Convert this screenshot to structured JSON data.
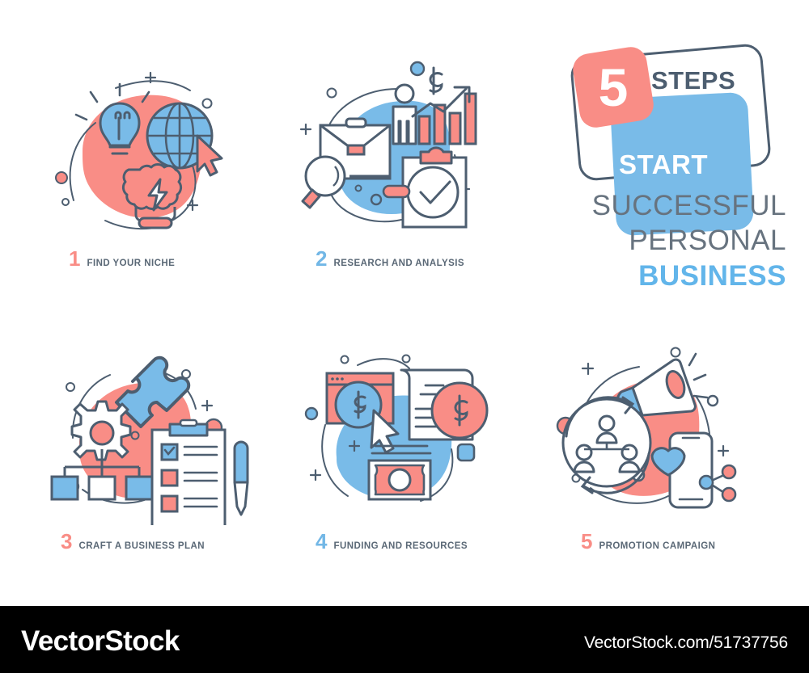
{
  "palette": {
    "coral": "#f98d86",
    "coral_light": "#fb9a93",
    "blue": "#79bbe8",
    "blue_mid": "#71b7e6",
    "stroke": "#4d5e70",
    "gray_text": "#5a6876",
    "title_gray": "#67737f",
    "title_blue": "#62b5ea",
    "white": "#ffffff",
    "black": "#000000"
  },
  "title_block": {
    "number": "5",
    "steps": "STEPS",
    "start": "START",
    "successful": "SUCCESSFUL",
    "personal": "PERSONAL",
    "business": "BUSINESS"
  },
  "steps": [
    {
      "number": "1",
      "label": "FIND YOUR NICHE",
      "number_color": "coral",
      "blob_color": "#f98d86",
      "icons": [
        "lightbulb-icon",
        "globe-icon",
        "cursor-arrow-icon",
        "brain-icon",
        "lightning-bolt-icon",
        "sparkle-icon",
        "circle-dot-icon"
      ]
    },
    {
      "number": "2",
      "label": "RESEARCH AND ANALYSIS",
      "number_color": "blue",
      "blob_color": "#79bbe8",
      "icons": [
        "briefcase-icon",
        "magnifier-icon",
        "person-icon",
        "bar-chart-icon",
        "dollar-sign-icon",
        "growth-arrow-icon",
        "clipboard-check-icon",
        "sparkle-icon"
      ]
    },
    {
      "number": "3",
      "label": "CRAFT A BUSINESS PLAN",
      "number_color": "coral",
      "blob_color": "#f98d86",
      "icons": [
        "puzzle-piece-icon",
        "gear-icon",
        "org-chart-icon",
        "clipboard-list-icon",
        "pen-icon",
        "sparkle-icon"
      ]
    },
    {
      "number": "4",
      "label": "FUNDING AND RESOURCES",
      "number_color": "blue",
      "blob_color": "#79bbe8",
      "icons": [
        "browser-window-icon",
        "dollar-circle-icon",
        "cursor-arrow-icon",
        "document-icon",
        "banknote-icon",
        "sparkle-icon"
      ]
    },
    {
      "number": "5",
      "label": "PROMOTION CAMPAIGN",
      "number_color": "coral",
      "blob_color": "#f98d86",
      "icons": [
        "megaphone-icon",
        "people-network-icon",
        "refresh-arrows-icon",
        "smartphone-icon",
        "heart-icon",
        "share-icon",
        "sparkle-icon"
      ]
    }
  ],
  "watermark": {
    "brand": "VectorStock",
    "url": "VectorStock.com/51737756"
  }
}
